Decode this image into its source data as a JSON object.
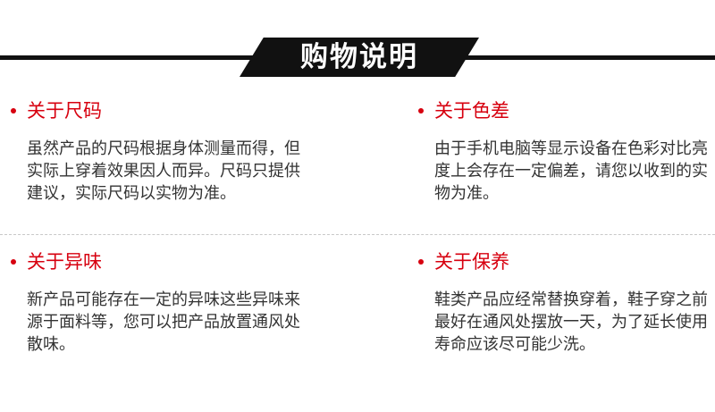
{
  "header": {
    "title": "购物说明"
  },
  "sections": [
    {
      "title": "关于尺码",
      "body": "虽然产品的尺码根据身体测量而得，但实际上穿着效果因人而异。尺码只提供建议，实际尺码以实物为准。"
    },
    {
      "title": "关于色差",
      "body": "由于手机电脑等显示设备在色彩对比亮度上会存在一定偏差，请您以收到的实物为准。"
    },
    {
      "title": "关于异味",
      "body": "新产品可能存在一定的异味这些异味来源于面料等，您可以把产品放置通风处散味。"
    },
    {
      "title": "关于保养",
      "body": "鞋类产品应经常替换穿着，鞋子穿之前最好在通风处摆放一天，为了延长使用寿命应该尽可能少洗。"
    }
  ],
  "colors": {
    "accent": "#d7000f",
    "banner": "#111111",
    "text": "#333333"
  }
}
